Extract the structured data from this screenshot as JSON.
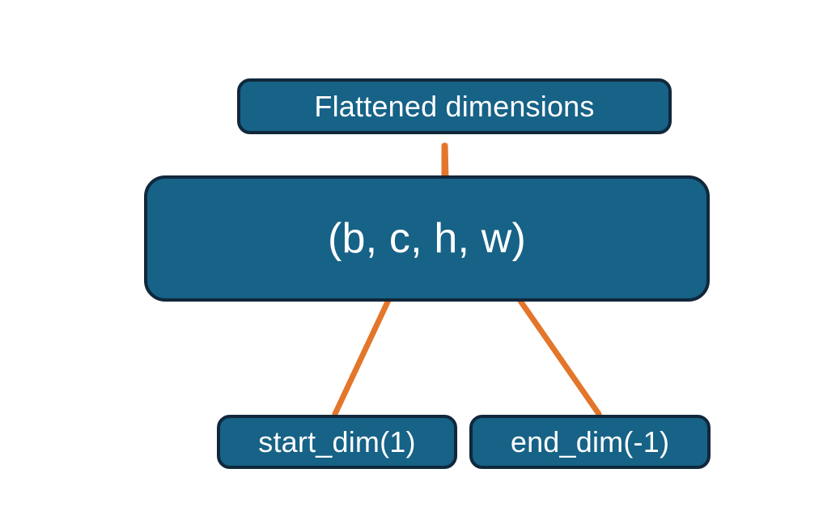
{
  "diagram": {
    "title_node": {
      "label": "Flattened dimensions"
    },
    "shape_node": {
      "label": "(b, c, h, w)"
    },
    "arg_nodes": [
      {
        "label": "start_dim(1)"
      },
      {
        "label": "end_dim(-1)"
      }
    ],
    "connectors": {
      "brace_name": "curly-brace-connector",
      "left_arrow_name": "start-dim-arrow",
      "right_arrow_name": "end-dim-arrow"
    },
    "colors": {
      "node_fill": "#176287",
      "node_border": "#11283c",
      "node_text": "#ffffff",
      "connector": "#e3762b",
      "background": "#ffffff"
    }
  }
}
